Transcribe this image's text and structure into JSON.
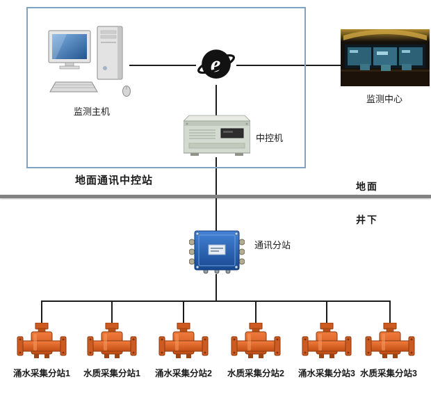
{
  "labels": {
    "host": "监测主机",
    "center": "监测中心",
    "controller": "中控机",
    "ground_station": "地面通讯中控站",
    "surface": "地面",
    "underground": "井下",
    "substation": "通讯分站"
  },
  "devices": [
    {
      "label": "涌水采集分站1"
    },
    {
      "label": "水质采集分站1"
    },
    {
      "label": "涌水采集分站2"
    },
    {
      "label": "水质采集分站2"
    },
    {
      "label": "涌水采集分站3"
    },
    {
      "label": "水质采集分站3"
    }
  ],
  "icons": {
    "internet": "internet-e-icon",
    "host_pc": "desktop-computer-icon",
    "controller": "rack-server-icon",
    "substation": "junction-box-icon",
    "collector": "flow-sensor-icon"
  },
  "colors": {
    "ground_box_border": "#7da3c5",
    "separator": "#828282",
    "line": "#1b1b1b",
    "substation_blue": "#2f6fbe",
    "device_orange": "#e06428",
    "screen_blue": "#3f72b0"
  }
}
